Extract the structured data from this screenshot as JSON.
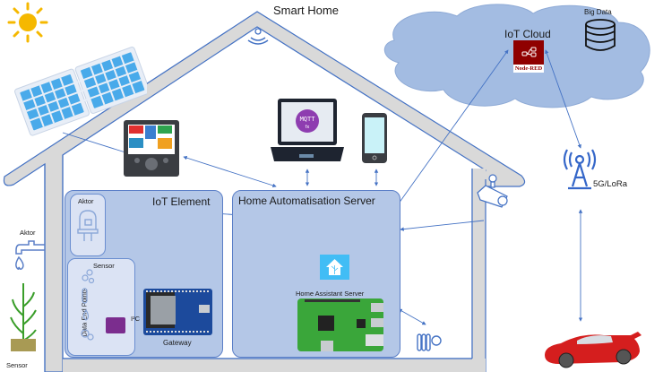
{
  "title": "Smart Home",
  "cloud": {
    "title": "IoT Cloud",
    "bigdata": "Big Data",
    "nodered": "Node-RED"
  },
  "iot_element": {
    "title": "IoT Element",
    "aktor": "Aktor",
    "sensor": "Sensor",
    "data_end_points": "Data End Points",
    "i2c": "I²C",
    "gateway": "Gateway"
  },
  "server": {
    "title": "Home Automatisation Server",
    "ha_label": "Home Assistant Server"
  },
  "outside": {
    "aktor": "Aktor",
    "sensor": "Sensor",
    "network": "5G/LoRa"
  },
  "colors": {
    "house": "#d9d9d9",
    "outline": "#4472c4",
    "panel": "#b4c7e7",
    "cloud": "#a3bce2",
    "nodered": "#8f0000",
    "ha": "#41bdf5"
  }
}
